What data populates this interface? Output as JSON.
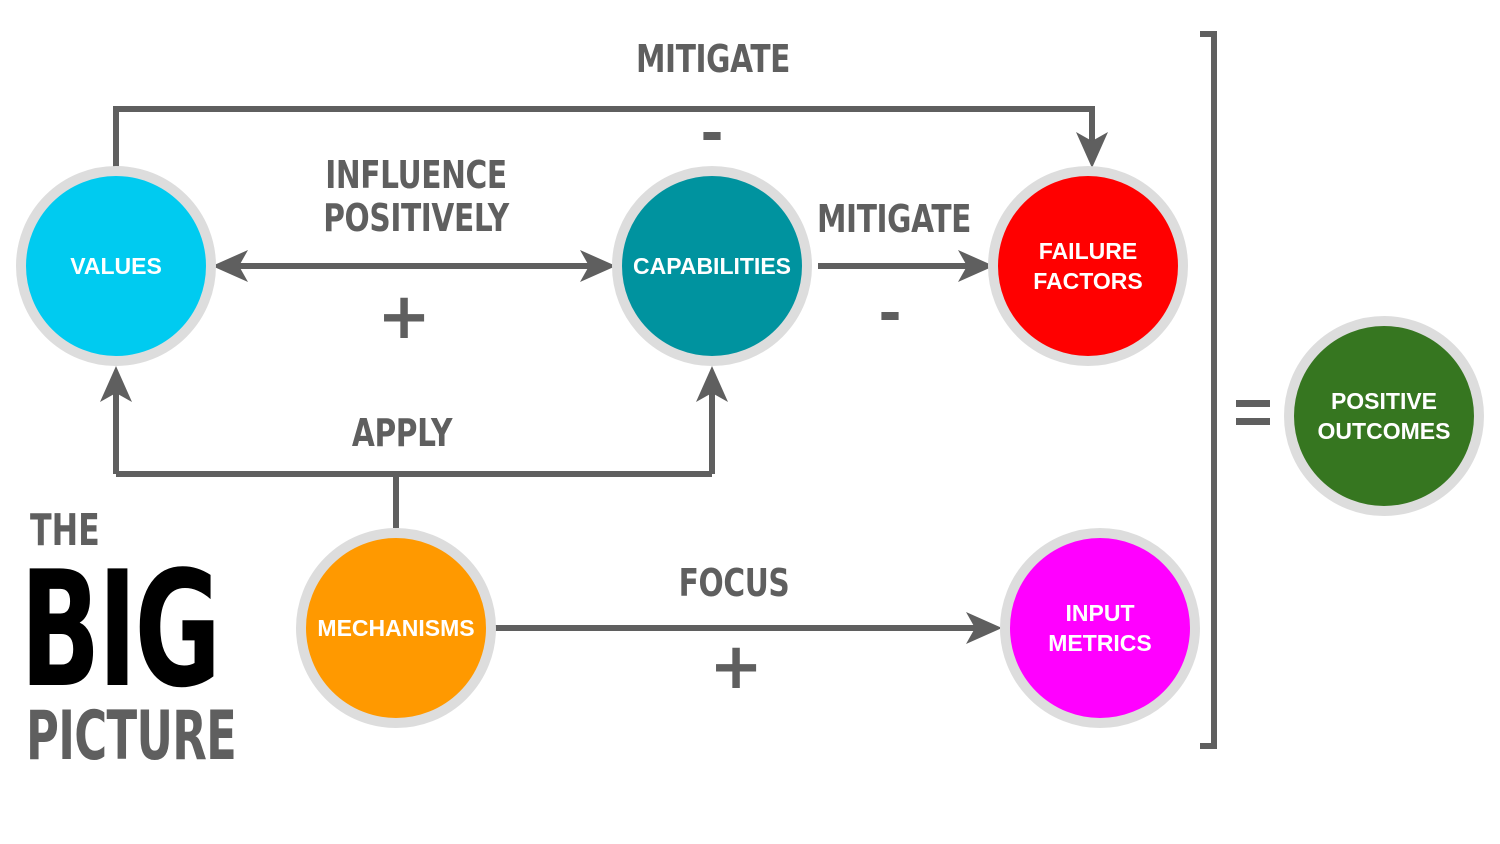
{
  "title": {
    "line1": "THE",
    "line2": "BIG",
    "line3": "PICTURE"
  },
  "nodes": {
    "values": {
      "label": "VALUES",
      "color": "#00cbf0"
    },
    "capabilities": {
      "label": "CAPABILITIES",
      "color": "#00939f"
    },
    "failure_factors": {
      "line1": "FAILURE",
      "line2": "FACTORS",
      "color": "#ff0000"
    },
    "mechanisms": {
      "label": "MECHANISMS",
      "color": "#ff9900"
    },
    "input_metrics": {
      "line1": "INPUT",
      "line2": "METRICS",
      "color": "#ff00ff"
    },
    "positive_outcomes": {
      "line1": "POSITIVE",
      "line2": "OUTCOMES",
      "color": "#367620"
    }
  },
  "edges": {
    "mitigate_top": {
      "label": "MITIGATE",
      "sign": "-"
    },
    "influence": {
      "line1": "INFLUENCE",
      "line2": "POSITIVELY",
      "sign": "+"
    },
    "mitigate_right": {
      "label": "MITIGATE",
      "sign": "-"
    },
    "apply": {
      "label": "APPLY"
    },
    "focus": {
      "label": "FOCUS",
      "sign": "+"
    }
  },
  "equals": "=",
  "colors": {
    "line": "#5f5f5f",
    "ring": "#dddddd",
    "title_dark": "#000000",
    "title_grey": "#5f5f5f"
  }
}
